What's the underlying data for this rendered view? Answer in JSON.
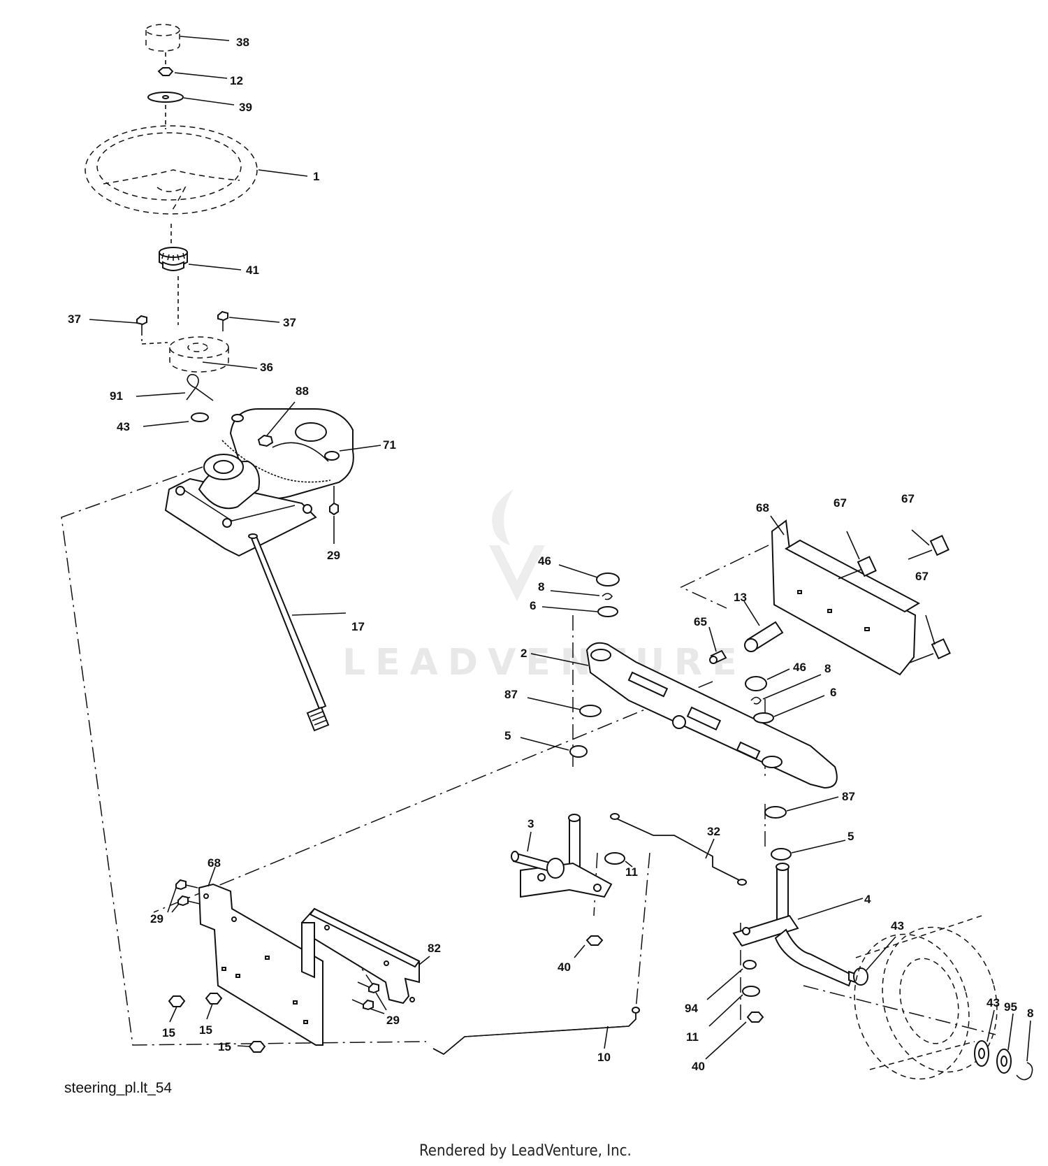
{
  "diagram": {
    "callouts": {
      "c38": "38",
      "c12": "12",
      "c39": "39",
      "c1": "1",
      "c41": "41",
      "c37a": "37",
      "c37b": "37",
      "c36": "36",
      "c91": "91",
      "c88": "88",
      "c43a": "43",
      "c71": "71",
      "c29a": "29",
      "c17": "17",
      "c68a": "68",
      "c67a": "67",
      "c67b": "67",
      "c67c": "67",
      "c46a": "46",
      "c8a": "8",
      "c6a": "6",
      "c13": "13",
      "c65": "65",
      "c2": "2",
      "c46b": "46",
      "c8b": "8",
      "c6b": "6",
      "c87a": "87",
      "c5a": "5",
      "c87b": "87",
      "c5b": "5",
      "c3": "3",
      "c32": "32",
      "c11a": "11",
      "c4": "4",
      "c68b": "68",
      "c29b": "29",
      "c82": "82",
      "c40a": "40",
      "c43b": "43",
      "c43c": "43",
      "c95": "95",
      "c8c": "8",
      "c15a": "15",
      "c15b": "15",
      "c29c": "29",
      "c94": "94",
      "c15c": "15",
      "c11b": "11",
      "c10": "10",
      "c40b": "40"
    },
    "caption": "steering_pl.lt_54",
    "footer": "Rendered by LeadVenture, Inc.",
    "watermark": "LEADVENTURE"
  }
}
